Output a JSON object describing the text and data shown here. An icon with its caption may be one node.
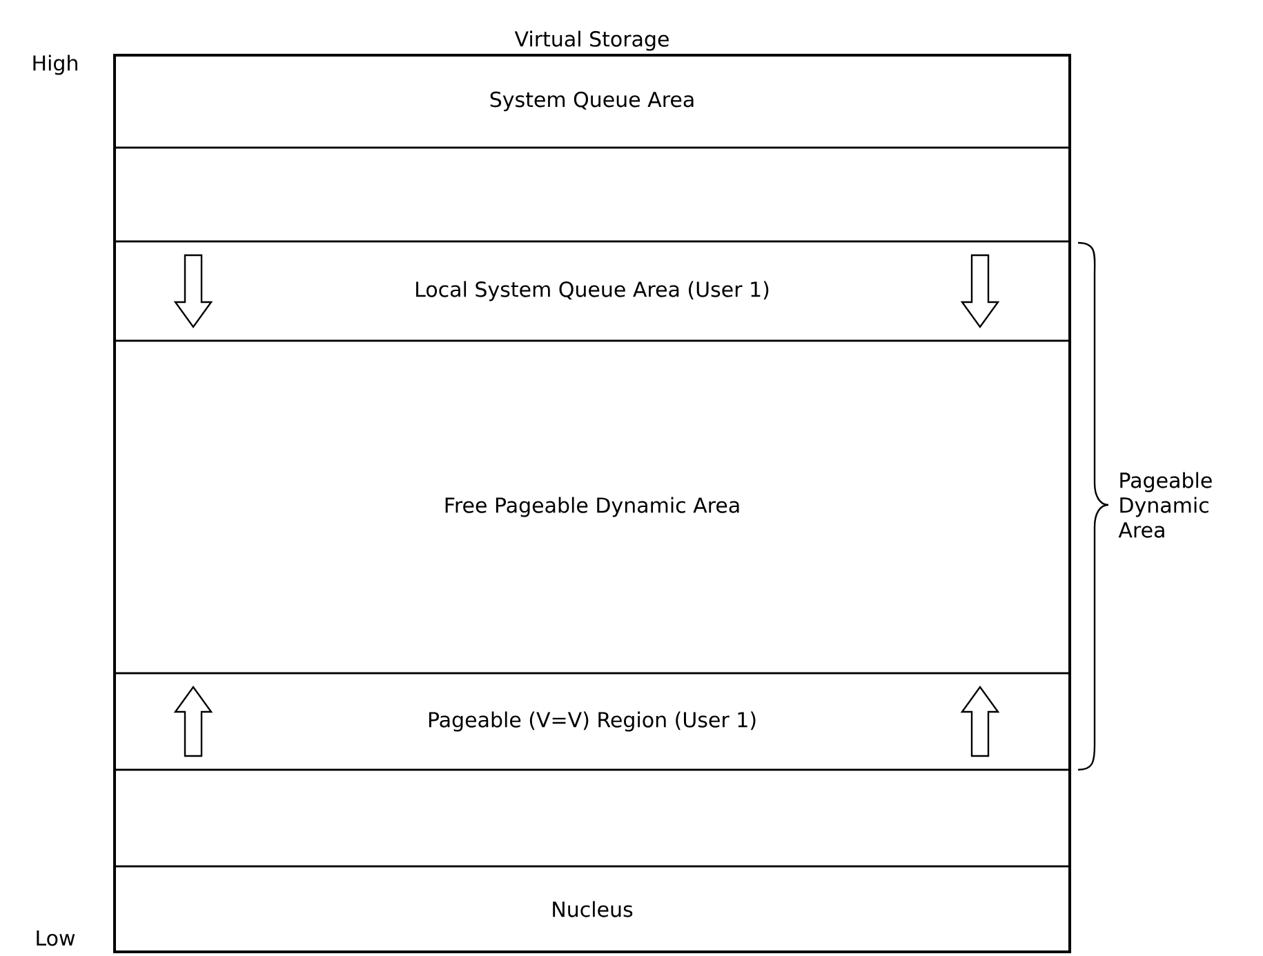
{
  "diagram": {
    "nodes": [
      {
        "text": [
          "Virtual Storage"
        ]
      },
      {
        "text": [
          "System Queue Area"
        ],
        "in": 0
      },
      {
        "text": [],
        "shape": "box",
        "in": 0
      },
      {
        "text": [
          "Local System Queue Area (User 1)"
        ],
        "in": 0
      },
      {
        "text": [
          "Free Pageable Dynamic Area"
        ],
        "in": 0
      },
      {
        "text": [
          "Pageable (V=V) Region (User 1)"
        ],
        "in": 0
      },
      {
        "text": [],
        "shape": "box",
        "in": 0
      },
      {
        "text": [
          "Nucleus"
        ],
        "in": 0
      }
    ],
    "labels": [
      "High",
      "Low",
      "Pageable Dynamic Area"
    ]
  }
}
